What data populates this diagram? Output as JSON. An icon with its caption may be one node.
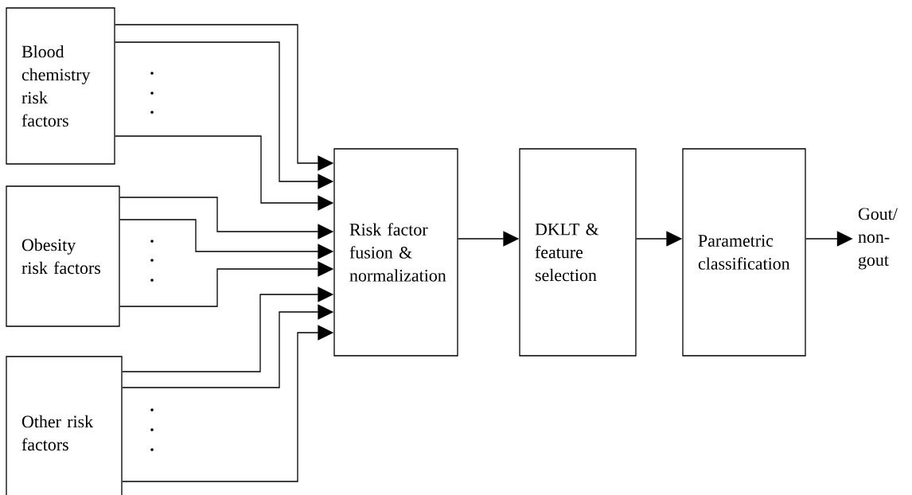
{
  "diagram": {
    "nodes": [
      {
        "text": [
          "Blood chemistry risk factors"
        ]
      },
      {
        "text": [
          "Obesity risk factors"
        ]
      },
      {
        "text": [
          "Other risk factors"
        ]
      },
      {
        "text": [
          "Risk factor fusion & normalization"
        ]
      },
      {
        "text": [
          "DKLT & feature selection"
        ]
      },
      {
        "text": [
          "Parametric classification"
        ]
      },
      {
        "text": [
          "Gout/ non-gout"
        ]
      }
    ],
    "edges": [
      {
        "from": 0,
        "to": 3,
        "arrow": "to"
      },
      {
        "from": 0,
        "to": 3,
        "arrow": "to"
      },
      {
        "from": 0,
        "to": 3,
        "arrow": "to"
      },
      {
        "from": 1,
        "to": 3,
        "arrow": "to"
      },
      {
        "from": 1,
        "to": 3,
        "arrow": "to"
      },
      {
        "from": 1,
        "to": 3,
        "arrow": "to"
      },
      {
        "from": 2,
        "to": 3,
        "arrow": "to"
      },
      {
        "from": 2,
        "to": 3,
        "arrow": "to"
      },
      {
        "from": 2,
        "to": 3,
        "arrow": "to"
      },
      {
        "from": 3,
        "to": 4,
        "arrow": "to"
      },
      {
        "from": 4,
        "to": 5,
        "arrow": "to"
      },
      {
        "from": 5,
        "to": 6,
        "arrow": "to"
      }
    ]
  }
}
